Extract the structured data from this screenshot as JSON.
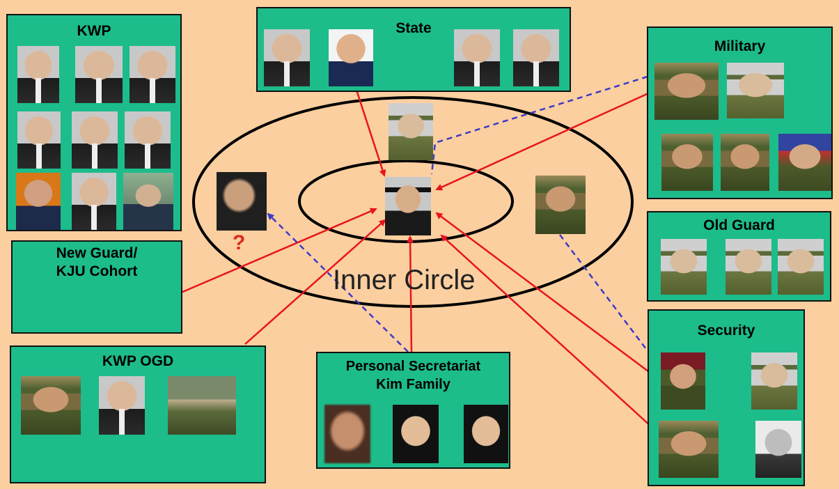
{
  "diagram": {
    "inner_circle_label": "Inner Circle",
    "question_mark": "?",
    "colors": {
      "background": "#fbcf9f",
      "box_fill": "#1dbc8b",
      "influence_arrow": "#e8141e",
      "dashed_link": "#3a3ac8",
      "ring": "#000000"
    }
  },
  "groups": {
    "kwp": {
      "title": "KWP",
      "photos": [
        "portrait-suit",
        "portrait-suit",
        "portrait-suit",
        "portrait-suit",
        "portrait-suit",
        "portrait-suit",
        "portrait-orange-bg",
        "portrait-suit",
        "portrait-podium"
      ]
    },
    "state": {
      "title": "State",
      "photos": [
        "portrait-suit",
        "portrait-suit-color",
        "portrait-suit",
        "portrait-suit"
      ]
    },
    "military": {
      "title": "Military",
      "photos": [
        "portrait-military-color",
        "portrait-military-group",
        "portrait-military-color",
        "portrait-military-color",
        "portrait-military-saluting"
      ]
    },
    "old_guard": {
      "title": "Old Guard",
      "photos": [
        "portrait-military",
        "portrait-military",
        "portrait-military"
      ]
    },
    "new_guard": {
      "title": "New Guard/\nKJU Cohort"
    },
    "kwp_ogd": {
      "title": "KWP OGD",
      "photos": [
        "portrait-military-color",
        "portrait-suit",
        "portrait-crowd"
      ]
    },
    "personal_secretariat": {
      "title": "Personal Secretariat\nKim Family",
      "photos": [
        "portrait-blurred",
        "portrait-young-woman",
        "portrait-teenager"
      ]
    },
    "security": {
      "title": "Security",
      "photos": [
        "portrait-military-red-bg",
        "portrait-military-bw",
        "portrait-military-group",
        "portrait-bw"
      ]
    }
  },
  "inner_circle": {
    "photos": [
      "portrait-military-top",
      "portrait-center-leader",
      "portrait-woman-blurred",
      "portrait-military-pair"
    ]
  }
}
